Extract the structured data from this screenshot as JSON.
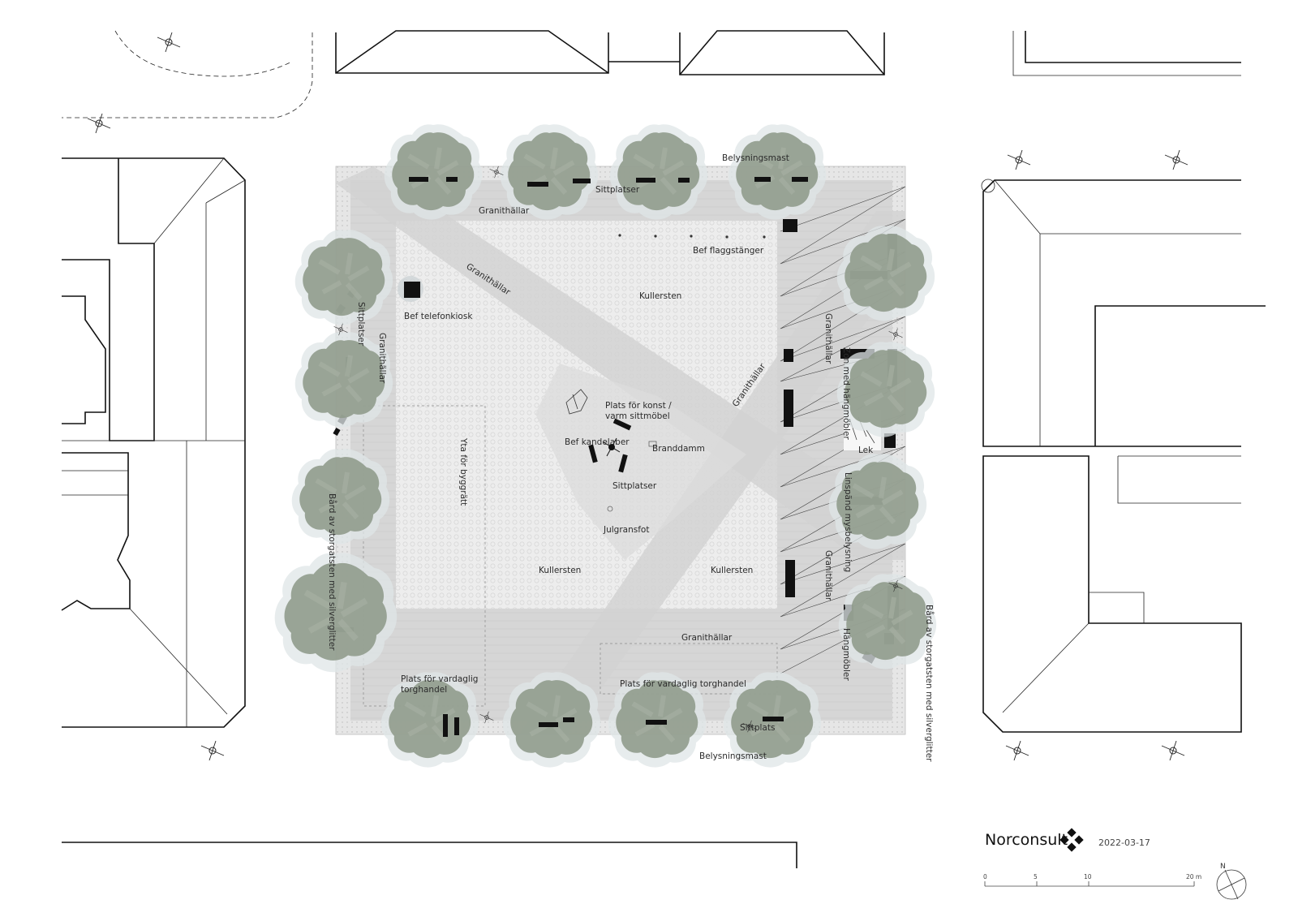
{
  "labels": {
    "belysningsmast_top": "Belysningsmast",
    "sittplatser_top": "Sittplatser",
    "granithallar_top": "Granithällar",
    "bef_flaggstanger": "Bef flaggstänger",
    "granithallar_diag_left": "Granithällar",
    "kullersten_top": "Kullersten",
    "bef_telefonkiosk": "Bef telefonkiosk",
    "sittplatser_left": "Sittplatser",
    "granithallar_left": "Granithällar",
    "konst_line1": "Plats för konst /",
    "konst_line2": "varm sittmöbel",
    "bef_kandelaber": "Bef kandelaber",
    "branddamm": "Branddamm",
    "sittplatser_center": "Sittplatser",
    "julgransfot": "Julgransfot",
    "yta_byggratt": "Yta för byggrätt",
    "kullersten_left": "Kullersten",
    "kullersten_right": "Kullersten",
    "granithallar_diag_right": "Granithällar",
    "granithallar_right_upper": "Granithällar",
    "zon_hangmobler": "Zon med hängmöbler",
    "lek": "Lek",
    "linspand_belysning": "Linspänd mysbelysning",
    "granithallar_right_lower": "Granithällar",
    "hangmobler": "Hängmöbler",
    "bard_left": "Bård av storgatsten med silverglitter",
    "bard_right": "Bård av storgatsten med silverglitter",
    "granithallar_bottom": "Granithällar",
    "torghandel_left_line1": "Plats för vardaglig",
    "torghandel_left_line2": "torghandel",
    "torghandel_bottom": "Plats för vardaglig torghandel",
    "sittplats_bottom": "Sittplats",
    "belysningsmast_bottom": "Belysningsmast"
  },
  "footer": {
    "company": "Norconsult",
    "date": "2022-03-17",
    "north": "N",
    "scale_ticks": [
      "0",
      "5",
      "10",
      "20 m"
    ]
  },
  "icons": {
    "logo": "norconsult-diamond-logo",
    "north_arrow": "north-arrow-icon",
    "scale_bar": "scale-bar"
  },
  "colors": {
    "tree_canopy": "#8e9a8a",
    "plaza_border": "#dadada",
    "cobble": "#ececec",
    "granite_band": "#d2d2d2",
    "furniture": "#111111"
  }
}
